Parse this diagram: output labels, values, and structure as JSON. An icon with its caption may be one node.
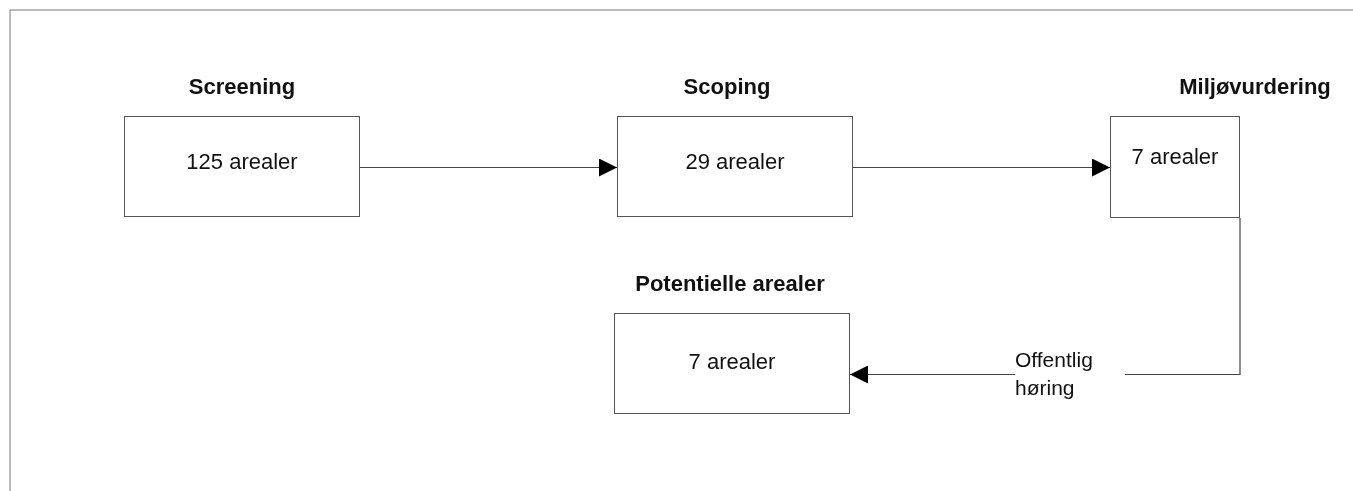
{
  "diagram": {
    "nodes": [
      {
        "text": [
          "Screening",
          "125 arealer"
        ]
      },
      {
        "text": [
          "Scoping",
          "29 arealer"
        ]
      },
      {
        "text": [
          "Miljøvurdering",
          "7 arealer"
        ]
      },
      {
        "text": [
          "Potentielle arealer",
          "7 arealer"
        ]
      }
    ],
    "edges": [
      {
        "from": 0,
        "to": 1,
        "arrow": "to"
      },
      {
        "from": 1,
        "to": 2,
        "arrow": "to"
      },
      {
        "from": 2,
        "to": 3,
        "arrow": "to",
        "label": "Offentlig høring"
      }
    ]
  }
}
